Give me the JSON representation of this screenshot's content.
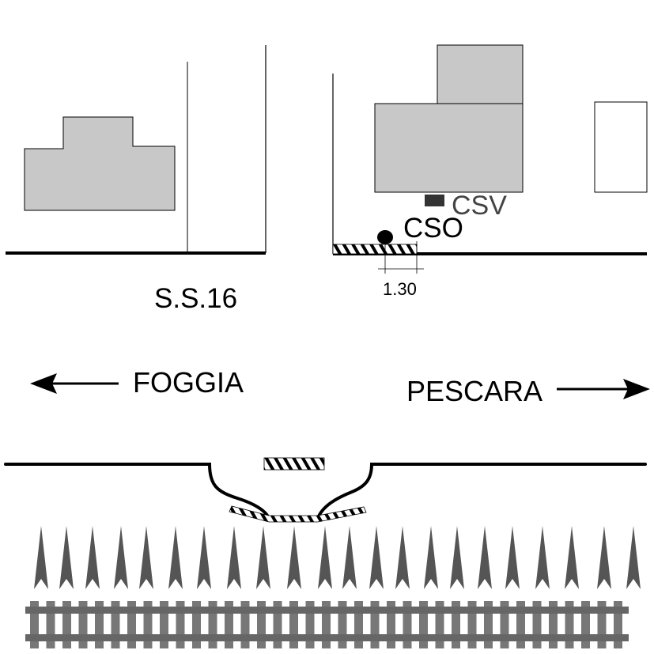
{
  "labels": {
    "csv": "CSV",
    "cso": "CSO",
    "dimension": "1.30",
    "road": "S.S.16",
    "left_destination": "FOGGIA",
    "right_destination": "PESCARA"
  },
  "colors": {
    "building_fill": "#c8c8c8",
    "outline": "#000000",
    "csv_marker": "#333333",
    "tree": "#555555",
    "rail": "#666666",
    "sleeper": "#777777",
    "csv_text": "#444444"
  }
}
